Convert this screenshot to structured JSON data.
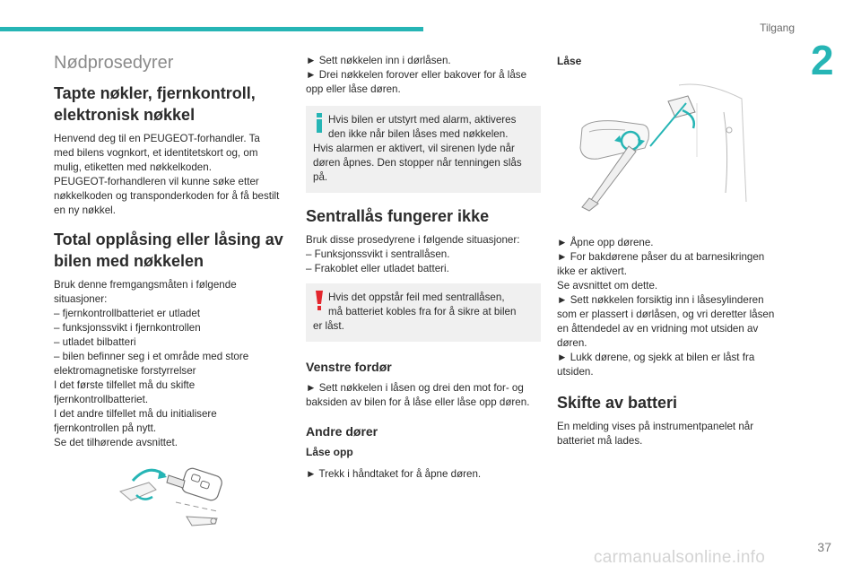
{
  "header": {
    "chapter_label": "Tilgang",
    "chapter_number": "2",
    "page_number": "37"
  },
  "watermark": "carmanualsonline.info",
  "col1": {
    "section_title": "Nødprosedyrer",
    "h_lost": "Tapte nøkler, fjernkontroll, elektronisk nøkkel",
    "p_lost": [
      "Henvend deg til en PEUGEOT-forhandler. Ta",
      "med bilens vognkort, et identitetskort og, om",
      "mulig, etiketten med nøkkelkoden.",
      "PEUGEOT-forhandleren vil kunne søke etter",
      "nøkkelkoden og transponderkoden for å få bestilt",
      "en ny nøkkel."
    ],
    "h_total": "Total opplåsing eller låsing av bilen med nøkkelen",
    "p_total": [
      "Bruk denne fremgangsmåten i følgende",
      "situasjoner:",
      "– fjernkontrollbatteriet er utladet",
      "– funksjonssvikt i fjernkontrollen",
      "– utladet bilbatteri",
      "– bilen befinner seg i et område med store",
      "elektromagnetiske forstyrrelser",
      "I det første tilfellet må du skifte",
      "fjernkontrollbatteriet.",
      "I det andre tilfellet må du initialisere",
      "fjernkontrollen på nytt.",
      "Se det tilhørende avsnittet."
    ]
  },
  "col2": {
    "p_top": [
      "► Sett nøkkelen inn i dørlåsen.",
      "► Drei nøkkelen forover eller bakover for å låse",
      "opp eller låse døren."
    ],
    "note_info": [
      "Hvis bilen er utstyrt med alarm, aktiveres",
      "den ikke når bilen låses med nøkkelen.",
      "Hvis alarmen er aktivert, vil sirenen lyde når",
      "døren åpnes. Den stopper når tenningen slås",
      "på."
    ],
    "h_central": "Sentrallås fungerer ikke",
    "p_central": [
      "Bruk disse prosedyrene i følgende situasjoner:",
      "– Funksjonssvikt i sentrallåsen.",
      "– Frakoblet eller utladet batteri."
    ],
    "note_warn": [
      "Hvis det oppstår feil med sentrallåsen,",
      "må batteriet kobles fra for å sikre at bilen",
      "er låst."
    ],
    "h_left": "Venstre fordør",
    "p_left": [
      "► Sett nøkkelen i låsen og drei den mot for- og",
      "baksiden av bilen for å låse eller låse opp døren."
    ],
    "h_other": "Andre dører",
    "h_unlock": "Låse opp",
    "p_unlock": "► Trekk i håndtaket for å åpne døren."
  },
  "col3": {
    "h_lock": "Låse",
    "p_lock": [
      "► Åpne opp dørene.",
      "► For bakdørene påser du at barnesikringen",
      "ikke er aktivert.",
      "Se avsnittet om dette.",
      "► Sett nøkkelen forsiktig inn i låsesylinderen",
      "som er plassert i dørlåsen, og vri deretter låsen",
      "en åttendedel av en vridning mot utsiden av",
      "døren.",
      "► Lukk dørene, og sjekk at bilen er låst fra",
      "utsiden."
    ],
    "h_battery": "Skifte av batteri",
    "p_battery": [
      "En melding vises på instrumentpanelet når",
      "batteriet må lades."
    ]
  },
  "colors": {
    "accent": "#26b5b5",
    "info": "#26b5b5",
    "warning": "#e3262d",
    "note_bg": "#f0f0f0"
  }
}
